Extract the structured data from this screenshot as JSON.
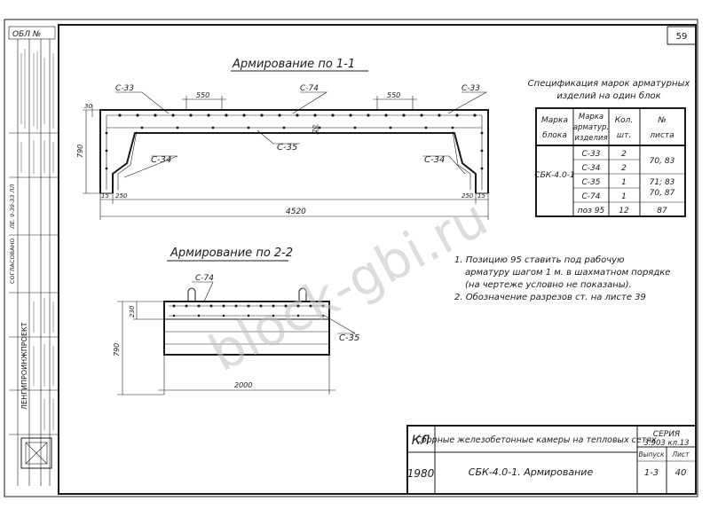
{
  "page_number": "59",
  "corner_code": "ОБЛ №",
  "watermark": "block-gbi.ru",
  "section1": {
    "title": "Армирование по 1-1",
    "labels": {
      "c33_left": "С-33",
      "c33_right": "С-33",
      "c74": "С-74",
      "c35": "С-35",
      "c34_left": "С-34",
      "c34_right": "С-34",
      "dim_550_left": "550",
      "dim_550_right": "550",
      "dim_30": "30",
      "dim_20": "20",
      "dim_790": "790",
      "dim_250_left": "250",
      "dim_250_right": "250",
      "dim_15_left": "15",
      "dim_15_right": "15",
      "dim_4520": "4520"
    }
  },
  "section2": {
    "title": "Армирование по 2-2",
    "labels": {
      "c74": "С-74",
      "c35": "С-35",
      "dim_230": "230",
      "dim_790": "790",
      "dim_2000": "2000"
    }
  },
  "spec": {
    "title_line1": "Спецификация марок арматурных",
    "title_line2": "изделий на один блок",
    "headers": [
      [
        "Марка",
        "блока"
      ],
      [
        "Марка",
        "арматур.",
        "изделия"
      ],
      [
        "Кол.",
        "шт."
      ],
      [
        "№",
        "листа"
      ]
    ],
    "block": "СБК-4.0-1",
    "rows": [
      {
        "mark": "С-33",
        "qty": "2",
        "sheet": "70, 83"
      },
      {
        "mark": "С-34",
        "qty": "2",
        "sheet": ""
      },
      {
        "mark": "С-35",
        "qty": "1",
        "sheet": "71; 83"
      },
      {
        "mark": "С-74",
        "qty": "1",
        "sheet": "70, 87"
      },
      {
        "mark": "поз 95",
        "qty": "12",
        "sheet": "87"
      }
    ]
  },
  "notes": [
    "1. Позицию 95 ставить под рабочую",
    "арматуру шагом 1 м. в шахматном порядке",
    "(на чертеже условно не показаны).",
    "2. Обозначение разрезов ст. на листе 39"
  ],
  "title_block": {
    "org_code": "КЛ",
    "year": "1980",
    "description": "Сборные железобетонные камеры на тепловых сетях",
    "drawing_title": "СБК-4.0-1. Армирование",
    "series_label": "СЕРИЯ",
    "series_value": "3.903 кл.13",
    "issue_label": "Выпуск",
    "issue_value": "1-3",
    "sheet_label": "Лист",
    "sheet_value": "40"
  },
  "side_stamp": {
    "org_name": "ЛЕНГИПРОИНЖПРОЕКТ",
    "agreed": "СОГЛАСОВАНО",
    "sheet_code": "ЛЕ. 9-39-33 ЛЛ"
  }
}
